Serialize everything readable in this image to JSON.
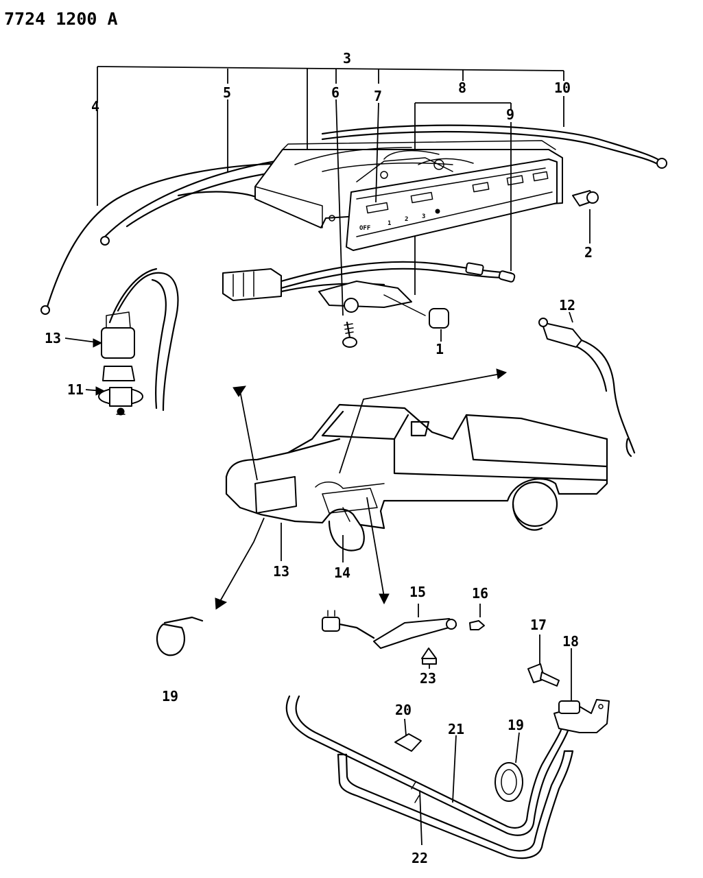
{
  "header": {
    "code": "7724 1200 A"
  },
  "callouts": [
    "1",
    "2",
    "3",
    "4",
    "5",
    "6",
    "7",
    "8",
    "9",
    "10",
    "11",
    "12",
    "13",
    "14",
    "15",
    "16",
    "17",
    "18",
    "19",
    "20",
    "21",
    "22",
    "23"
  ],
  "callout_13_second": "13",
  "callout_19_second": "19",
  "panel_text": {
    "off": "OFF",
    "m1": "1",
    "m2": "2",
    "m3": "3"
  }
}
